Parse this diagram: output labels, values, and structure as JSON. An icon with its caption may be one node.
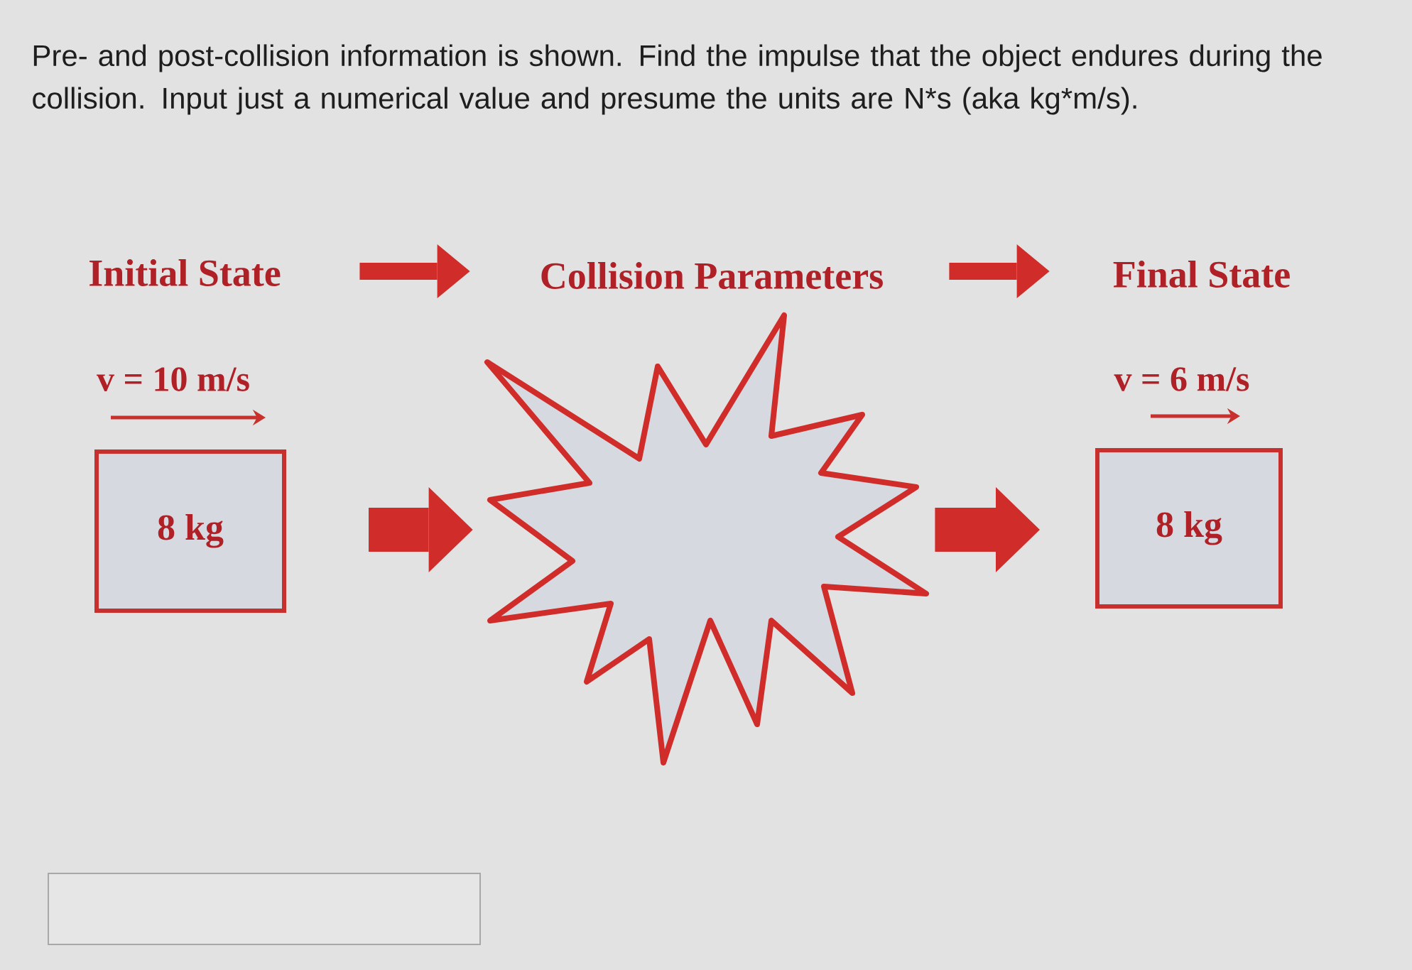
{
  "diagram": {
    "nodes": [
      {
        "text": [
          "Initial State"
        ]
      },
      {
        "text": [
          "Collision Parameters"
        ]
      },
      {
        "text": [
          "Final State"
        ]
      },
      {
        "text": [
          "8 kg"
        ],
        "beside": [
          "v = 10 m/s"
        ]
      },
      {
        "text": [],
        "shape": "star"
      },
      {
        "text": [
          "8 kg"
        ],
        "beside": [
          "v = 6 m/s"
        ]
      }
    ],
    "edges": [
      {
        "from": 0,
        "to": 1,
        "arrow": "to"
      },
      {
        "from": 1,
        "to": 2,
        "arrow": "to"
      },
      {
        "from": 3,
        "to": 4,
        "arrow": "to",
        "style": "thick"
      },
      {
        "from": 4,
        "to": 5,
        "arrow": "to",
        "style": "thick"
      }
    ],
    "labels": [
      "Pre- and post-collision information is shown. Find the impulse that the object endures during the collision. Input just a numerical value and presume the units are N*s (aka kg*m/s)."
    ]
  }
}
